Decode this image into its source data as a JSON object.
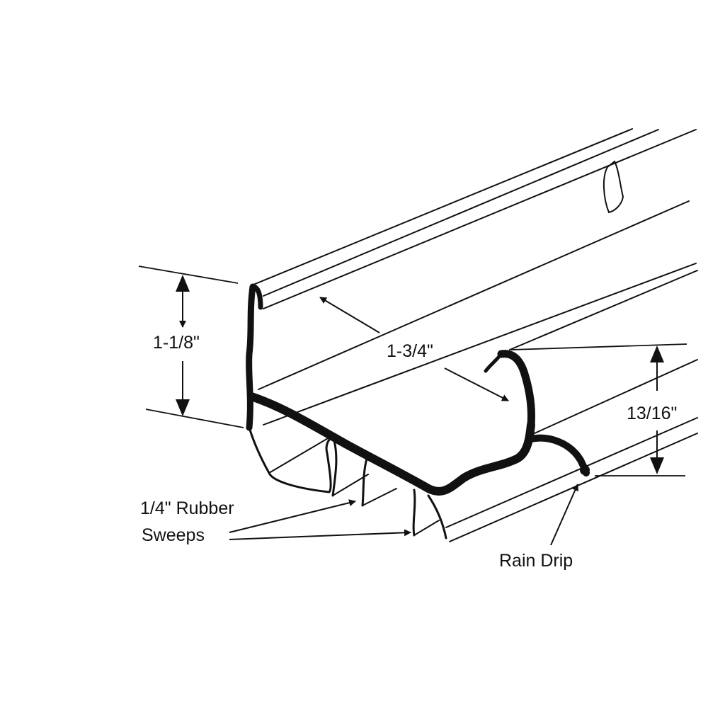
{
  "diagram": {
    "labels": {
      "height": "1-1/8\"",
      "width": "1-3/4\"",
      "drip_height": "13/16\"",
      "sweeps_line1": "1/4\" Rubber",
      "sweeps_line2": "Sweeps",
      "rain_drip": "Rain Drip"
    },
    "colors": {
      "line": "#111111",
      "background": "#ffffff"
    }
  }
}
